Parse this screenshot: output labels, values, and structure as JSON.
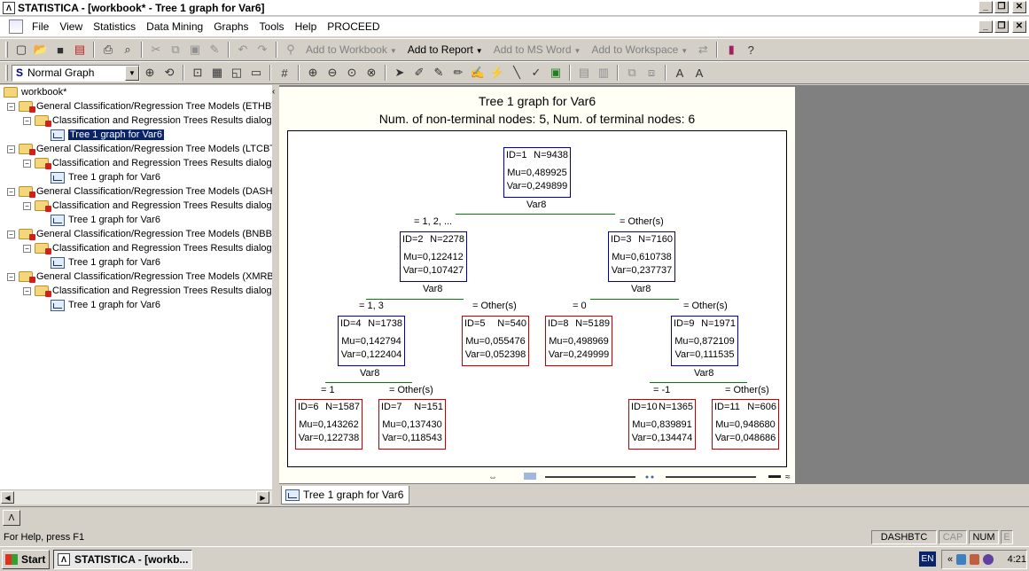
{
  "window": {
    "title": "STATISTICA - [workbook* - Tree 1 graph for Var6]",
    "app_icon_glyph": "Λ",
    "controls": {
      "minimize": "_",
      "restore": "❐",
      "close": "✕"
    }
  },
  "menu": {
    "items": [
      "File",
      "View",
      "Statistics",
      "Data Mining",
      "Graphs",
      "Tools",
      "Help",
      "PROCEED"
    ]
  },
  "toolbar1": {
    "add_to_workbook": "Add to Workbook",
    "add_to_report": "Add to Report",
    "add_to_ms_word": "Add to MS Word",
    "add_to_workspace": "Add to Workspace"
  },
  "toolbar2": {
    "graph_type": "Normal Graph"
  },
  "tree": {
    "root": "workbook*",
    "models": [
      {
        "label": "General Classification/Regression Tree Models (ETHBTC",
        "results": "Classification and Regression Trees Results dialog",
        "graph": "Tree 1 graph for Var6",
        "selected": true
      },
      {
        "label": "General Classification/Regression Tree Models (LTCBTC",
        "results": "Classification and Regression Trees Results dialog",
        "graph": "Tree 1 graph for Var6",
        "selected": false
      },
      {
        "label": "General Classification/Regression Tree Models (DASHBT",
        "results": "Classification and Regression Trees Results dialog",
        "graph": "Tree 1 graph for Var6",
        "selected": false
      },
      {
        "label": "General Classification/Regression Tree Models (BNBBTC",
        "results": "Classification and Regression Trees Results dialog",
        "graph": "Tree 1 graph for Var6",
        "selected": false
      },
      {
        "label": "General Classification/Regression Tree Models (XMRBN",
        "results": "Classification and Regression Trees Results dialog",
        "graph": "Tree 1 graph for Var6",
        "selected": false
      }
    ]
  },
  "graph": {
    "title": "Tree 1 graph for Var6",
    "subtitle": "Num. of non-terminal nodes: 5,  Num. of terminal nodes: 6",
    "nodes": [
      {
        "id": "ID=1",
        "n": "N=9438",
        "mu": "Mu=0,489925",
        "var": "Var=0,249899",
        "terminal": false
      },
      {
        "id": "ID=2",
        "n": "N=2278",
        "mu": "Mu=0,122412",
        "var": "Var=0,107427",
        "terminal": false
      },
      {
        "id": "ID=3",
        "n": "N=7160",
        "mu": "Mu=0,610738",
        "var": "Var=0,237737",
        "terminal": false
      },
      {
        "id": "ID=4",
        "n": "N=1738",
        "mu": "Mu=0,142794",
        "var": "Var=0,122404",
        "terminal": false
      },
      {
        "id": "ID=5",
        "n": "N=540",
        "mu": "Mu=0,055476",
        "var": "Var=0,052398",
        "terminal": true
      },
      {
        "id": "ID=8",
        "n": "N=5189",
        "mu": "Mu=0,498969",
        "var": "Var=0,249999",
        "terminal": true
      },
      {
        "id": "ID=9",
        "n": "N=1971",
        "mu": "Mu=0,872109",
        "var": "Var=0,111535",
        "terminal": false
      },
      {
        "id": "ID=6",
        "n": "N=1587",
        "mu": "Mu=0,143262",
        "var": "Var=0,122738",
        "terminal": true
      },
      {
        "id": "ID=7",
        "n": "N=151",
        "mu": "Mu=0,137430",
        "var": "Var=0,118543",
        "terminal": true
      },
      {
        "id": "ID=10",
        "n": "N=1365",
        "mu": "Mu=0,839891",
        "var": "Var=0,134474",
        "terminal": true
      },
      {
        "id": "ID=11",
        "n": "N=606",
        "mu": "Mu=0,948680",
        "var": "Var=0,048686",
        "terminal": true
      }
    ],
    "splits": [
      {
        "var": "Var8",
        "left": "= 1, 2, ...",
        "right": "= Other(s)"
      },
      {
        "var": "Var8",
        "left": "= 1, 3",
        "right": "= Other(s)"
      },
      {
        "var": "Var8",
        "left": "= 0",
        "right": "= Other(s)"
      },
      {
        "var": "Var8",
        "left": "= 1",
        "right": "= Other(s)"
      },
      {
        "var": "Var8",
        "left": "= -1",
        "right": "= Other(s)"
      }
    ],
    "colors": {
      "nonterminal_border": "#0000a0",
      "terminal_border": "#c00000",
      "split_line": "#008000"
    }
  },
  "tabs": [
    "Tree 1 graph for Var6"
  ],
  "statusbar": {
    "help": "For Help, press F1",
    "dataset": "DASHBTC",
    "cap": "CAP",
    "num": "NUM",
    "e": "E"
  },
  "taskbar": {
    "start": "Start",
    "task": "STATISTICA - [workb...",
    "lang": "EN",
    "tray_arrows": "«",
    "clock": "4:21"
  }
}
